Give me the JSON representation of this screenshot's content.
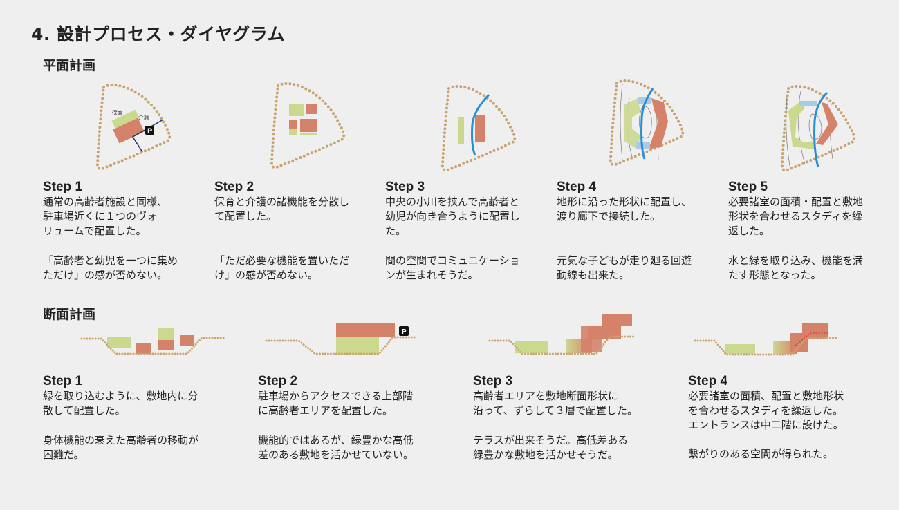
{
  "title": "4. 設計プロセス・ダイヤグラム",
  "plan": {
    "heading": "平面計画",
    "diagram_labels": {
      "hoiku": "保育",
      "kaigo": "介護",
      "parking": "P"
    },
    "steps": [
      {
        "label": "Step 1",
        "p1": [
          "通常の高齢者施設と同様、",
          "駐車場近くに１つのヴォ",
          "リュームで配置した。"
        ],
        "p2": [
          "「高齢者と幼児を一つに集め",
          "ただけ」の感が否めない。"
        ]
      },
      {
        "label": "Step 2",
        "p1": [
          "保育と介護の諸機能を分散し",
          "て配置した。"
        ],
        "p2": [
          "「ただ必要な機能を置いただ",
          "け」の感が否めない。"
        ]
      },
      {
        "label": "Step 3",
        "p1": [
          "中央の小川を挟んで高齢者と",
          "幼児が向き合うように配置し",
          "た。"
        ],
        "p2": [
          "間の空間でコミュニケーショ",
          "ンが生まれそうだ。"
        ]
      },
      {
        "label": "Step 4",
        "p1": [
          "地形に沿った形状に配置し、",
          "渡り廊下で接続した。"
        ],
        "p2": [
          "元気な子どもが走り廻る回遊",
          "動線も出来た。"
        ]
      },
      {
        "label": "Step 5",
        "p1": [
          "必要諸室の面積・配置と敷地",
          "形状を合わせるスタディを繰",
          "返した。"
        ],
        "p2": [
          "水と緑を取り込み、機能を満",
          "たす形態となった。"
        ]
      }
    ]
  },
  "section": {
    "heading": "断面計画",
    "parking": "P",
    "steps": [
      {
        "label": "Step 1",
        "p1": [
          "緑を取り込むように、敷地内に分",
          "散して配置した。"
        ],
        "p2": [
          "身体機能の衰えた高齢者の移動が",
          "困難だ。"
        ]
      },
      {
        "label": "Step 2",
        "p1": [
          "駐車場からアクセスできる上部階",
          "に高齢者エリアを配置した。"
        ],
        "p2": [
          "機能的ではあるが、緑豊かな高低",
          "差のある敷地を活かせていない。"
        ]
      },
      {
        "label": "Step 3",
        "p1": [
          "高齢者エリアを敷地断面形状に",
          "沿って、ずらして３層で配置した。"
        ],
        "p2": [
          "テラスが出来そうだ。高低差ある",
          "緑豊かな敷地を活かせそうだ。"
        ]
      },
      {
        "label": "Step 4",
        "p1": [
          "必要諸室の面積、配置と敷地形状",
          "を合わせるスタディを繰返した。",
          "エントランスは中二階に設けた。"
        ],
        "p2": [
          "繋がりのある空間が得られた。"
        ]
      }
    ]
  },
  "colors": {
    "green": "#cbd98f",
    "red": "#d5826b",
    "site": "#c9a46e",
    "river": "#2a8ed2",
    "bridge": "#a9cbe6"
  }
}
